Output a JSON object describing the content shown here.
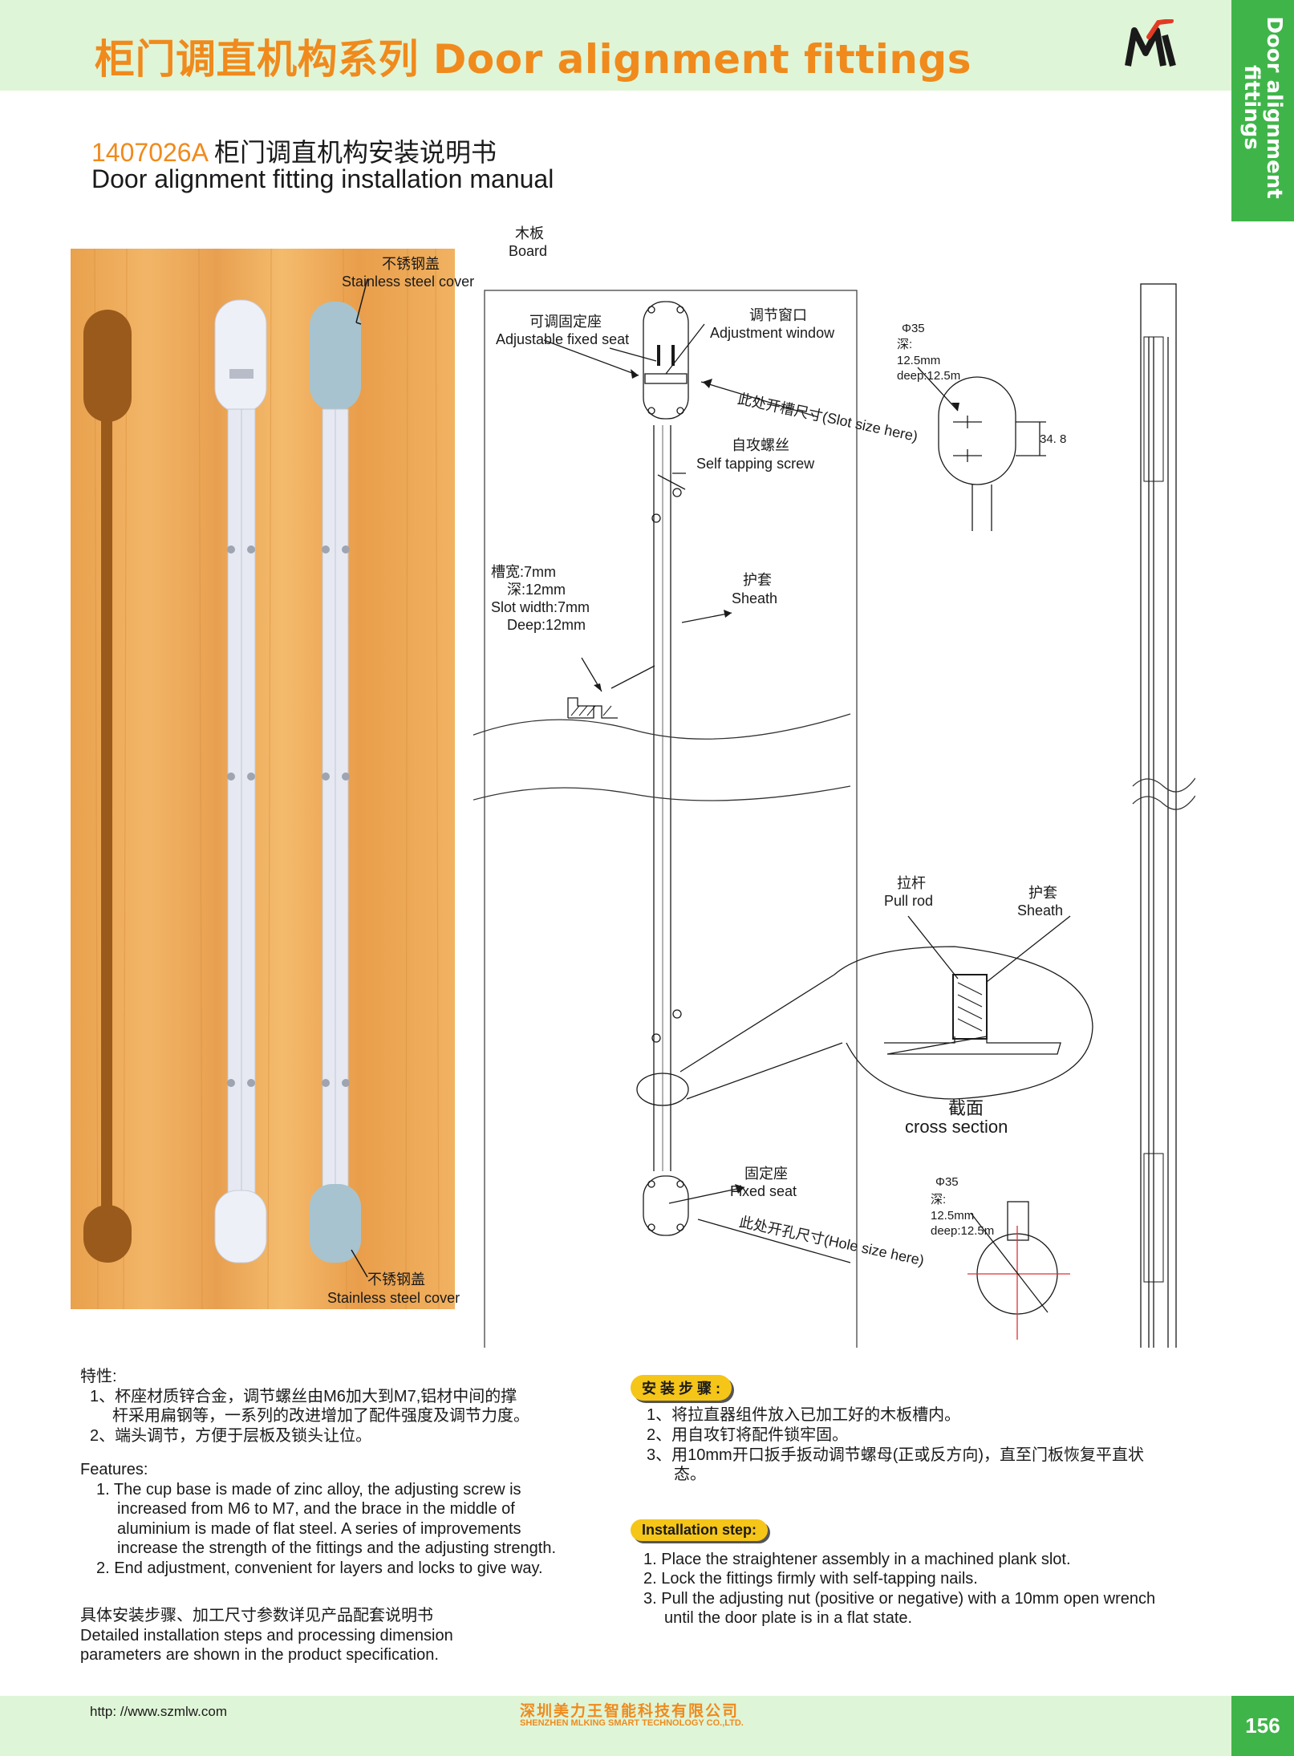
{
  "header": {
    "title": "柜门调直机构系列 Door alignment fittings",
    "side_tab": "Door alignment fittings",
    "logo": "mlking-logo"
  },
  "manual": {
    "code": "1407026A",
    "title_cn": " 柜门调直机构安装说明书",
    "title_en": "Door alignment fitting installation manual"
  },
  "photo_labels": {
    "top_cover_cn": "不锈钢盖",
    "top_cover_en": "Stainless steel cover",
    "bottom_cover_cn": "不锈钢盖",
    "bottom_cover_en": "Stainless steel cover"
  },
  "diagram": {
    "board_cn": "木板",
    "board_en": "Board",
    "adjustable_seat_cn": "可调固定座",
    "adjustable_seat_en": "Adjustable fixed seat",
    "adjustment_window_cn": "调节窗口",
    "adjustment_window_en": "Adjustment window",
    "slot_size": "此处开槽尺寸(Slot size here)",
    "self_tapping_cn": "自攻螺丝",
    "self_tapping_en": "Self tapping screw",
    "slot_width_cn": "槽宽:7mm",
    "slot_deep_cn": "深:12mm",
    "slot_width_en": "Slot width:7mm",
    "slot_deep_en": "Deep:12mm",
    "sheath_cn": "护套",
    "sheath_en": "Sheath",
    "pull_rod_cn": "拉杆",
    "pull_rod_en": "Pull rod",
    "sheath2_cn": "护套",
    "sheath2_en": "Sheath",
    "cross_section_cn": "截面",
    "cross_section_en": "cross section",
    "fixed_seat_cn": "固定座",
    "fixed_seat_en": "Fixed seat",
    "hole_size": "此处开孔尺寸(Hole size here)",
    "dia_top": "Φ35",
    "depth_cn_top": "深:",
    "depth_mm_top": "12.5mm",
    "depth_en_top": "deep:12.5m",
    "dim_348": "34. 8",
    "dia_bottom": "Φ35",
    "depth_cn_bottom": "深:",
    "depth_mm_bottom": "12.5mm",
    "depth_en_bottom": "deep:12.5m"
  },
  "features_cn": {
    "heading": "特性:",
    "line1": "1、杯座材质锌合金，调节螺丝由M6加大到M7,铝材中间的撑",
    "line2": "杆采用扁钢等，一系列的改进增加了配件强度及调节力度。",
    "line3": "2、端头调节，方便于层板及锁头让位。"
  },
  "features_en": {
    "heading": "Features:",
    "line1": "1. The cup base is made of zinc alloy, the adjusting screw is",
    "line2": "increased from M6 to M7, and the brace in the middle of",
    "line3": "aluminium is made of flat steel. A series of improvements",
    "line4": "increase the strength of the fittings and the adjusting strength.",
    "line5": "2. End adjustment, convenient for layers and locks to give way."
  },
  "details": {
    "cn": "具体安装步骤、加工尺寸参数详见产品配套说明书",
    "en1": "Detailed installation steps and processing dimension",
    "en2": "parameters are shown in the product specification."
  },
  "steps_cn": {
    "heading": "安 装 步 骤 :",
    "step1": "1、将拉直器组件放入已加工好的木板槽内。",
    "step2": "2、用自攻钉将配件锁牢固。",
    "step3a": "3、用10mm开口扳手扳动调节螺母(正或反方向)，直至门板恢复平直状",
    "step3b": "态。"
  },
  "steps_en": {
    "heading": "Installation step:",
    "step1": "1. Place the straightener assembly in a machined plank slot.",
    "step2": "2. Lock the fittings firmly with self-tapping nails.",
    "step3a": "3. Pull the adjusting nut (positive or negative) with a 10mm open wrench",
    "step3b": "until the door plate is in a flat state."
  },
  "footer": {
    "website": "http: //www.szmlw.com",
    "company_cn": "深圳美力王智能科技有限公司",
    "company_en": "SHENZHEN MLKING SMART TECHNOLOGY CO.,LTD.",
    "page_number": "156"
  },
  "colors": {
    "accent_orange": "#f08a1c",
    "band_green": "#dff5d7",
    "tab_green": "#3fb549",
    "pill_yellow": "#f5c518"
  }
}
